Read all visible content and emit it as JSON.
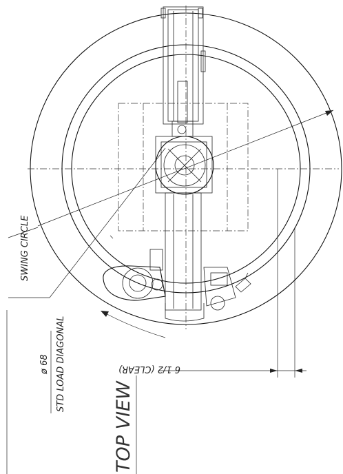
{
  "labels": {
    "swing_circle": "SWING CIRCLE",
    "diameter": "ø 68",
    "std_load_diagonal": "STD LOAD DIAGONAL",
    "top_view": "TOP VIEW",
    "clearance": "6 1/2 (CLEAR)"
  }
}
